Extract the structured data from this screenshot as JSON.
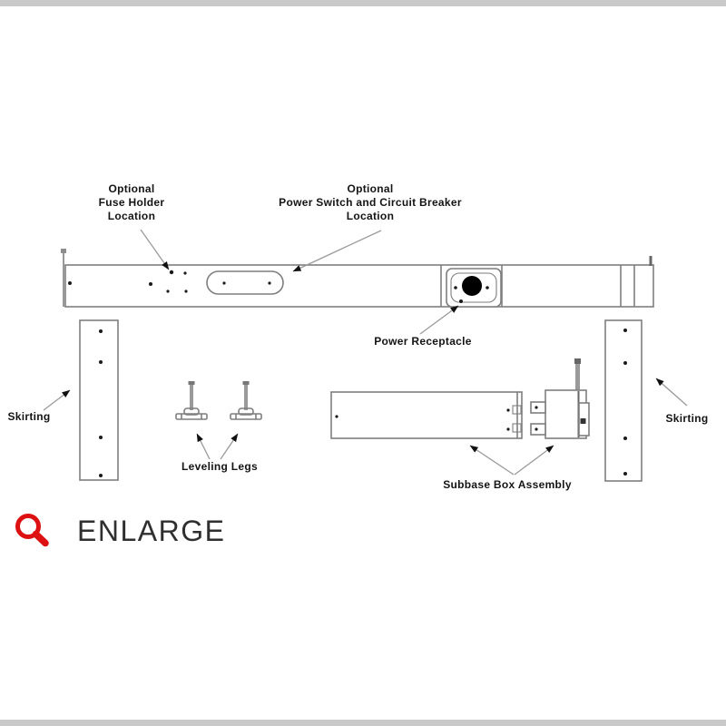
{
  "page": {
    "background": "#ffffff",
    "border_bar_color": "#c9c9c9"
  },
  "diagram": {
    "labels": {
      "fuse_holder": {
        "lines": [
          "Optional",
          "Fuse Holder",
          "Location"
        ]
      },
      "power_switch": {
        "lines": [
          "Optional",
          "Power Switch and Circuit Breaker",
          "Location"
        ]
      },
      "power_receptacle": {
        "text": "Power Receptacle"
      },
      "skirting_left": {
        "text": "Skirting"
      },
      "skirting_right": {
        "text": "Skirting"
      },
      "leveling_legs": {
        "text": "Leveling Legs"
      },
      "subbase_box_assembly": {
        "text": "Subbase Box Assembly"
      }
    },
    "colors": {
      "outline": "#7e7e7e",
      "hole_dot": "#1a1a1a",
      "leader_line": "#9a9a9a",
      "arrowhead": "#111111",
      "label_text": "#141414",
      "receptacle_fill": "#000000"
    }
  },
  "enlarge": {
    "label": "ENLARGE",
    "icon": "magnifier-icon",
    "icon_color": "#dd1111",
    "label_color": "#2f2f2f"
  }
}
